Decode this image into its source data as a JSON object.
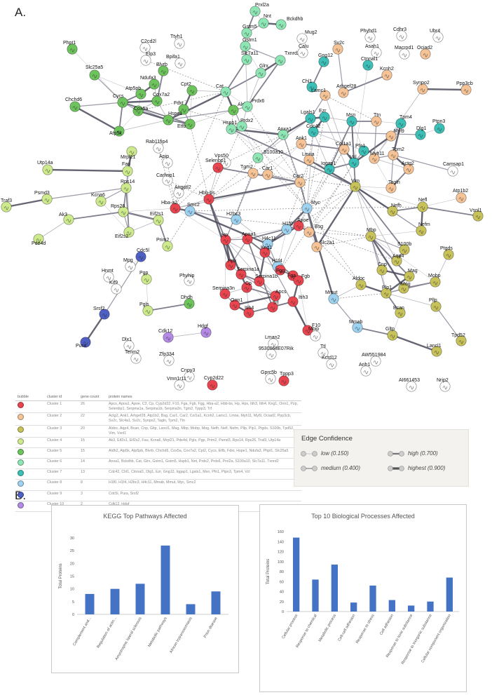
{
  "panels": {
    "a": "A.",
    "b": "B."
  },
  "cluster_colors": {
    "c1": "#e8454f",
    "c2": "#f5c396",
    "c3": "#c7c25a",
    "c4": "#cdea8c",
    "c5": "#6ec45c",
    "c6": "#8fe6b5",
    "c7": "#3bbfb6",
    "c8": "#9dd2f0",
    "c9": "#4f60c4",
    "c10": "#b48ae6",
    "none": "#ffffff"
  },
  "network_nodes": [
    {
      "label": "Prxl2a",
      "c": "c6"
    },
    {
      "label": "Bckdhb",
      "c": "c6"
    },
    {
      "label": "Nnt",
      "c": "c6"
    },
    {
      "label": "Gstm5",
      "c": "c6"
    },
    {
      "label": "Gstm1",
      "c": "c6"
    },
    {
      "label": "Slc7a11",
      "c": "c6"
    },
    {
      "label": "Txnrd2",
      "c": "c6"
    },
    {
      "label": "Glrx",
      "c": "c6"
    },
    {
      "label": "Cat",
      "c": "c6"
    },
    {
      "label": "Aldh2",
      "c": "c5"
    },
    {
      "label": "Prdx6",
      "c": "c6"
    },
    {
      "label": "Prdx2",
      "c": "c6"
    },
    {
      "label": "Hspb1",
      "c": "c6"
    },
    {
      "label": "Anxa1",
      "c": "c6"
    },
    {
      "label": "S100a10",
      "c": "c6"
    },
    {
      "label": "Phpt1",
      "c": "c5"
    },
    {
      "label": "C2cd2l",
      "c": "none"
    },
    {
      "label": "Ttyh1",
      "c": "none"
    },
    {
      "label": "Elp3",
      "c": "none"
    },
    {
      "label": "Bpifa1",
      "c": "none"
    },
    {
      "label": "Blvrb",
      "c": "c5"
    },
    {
      "label": "Slc25a5",
      "c": "c5"
    },
    {
      "label": "Ndufa3",
      "c": "c5"
    },
    {
      "label": "Atp5pb",
      "c": "c5"
    },
    {
      "label": "Chchd6",
      "c": "c5"
    },
    {
      "label": "Cycs",
      "c": "c5"
    },
    {
      "label": "Cox7a2",
      "c": "c5"
    },
    {
      "label": "Cox5a",
      "c": "c5"
    },
    {
      "label": "Atp5k",
      "c": "c5"
    },
    {
      "label": "Cpt2",
      "c": "c5"
    },
    {
      "label": "Fdxr",
      "c": "c5"
    },
    {
      "label": "Hspe1",
      "c": "c5"
    },
    {
      "label": "Etfb",
      "c": "c5"
    },
    {
      "label": "Rab11fip4",
      "c": "none"
    },
    {
      "label": "Mrpl21",
      "c": "c4"
    },
    {
      "label": "Apip",
      "c": "none"
    },
    {
      "label": "Carhsp1",
      "c": "none"
    },
    {
      "label": "Angptl2",
      "c": "none"
    },
    {
      "label": "Vps50",
      "c": "none"
    },
    {
      "label": "Utp14a",
      "c": "c4"
    },
    {
      "label": "Fau",
      "c": "c4"
    },
    {
      "label": "Rps14",
      "c": "c4"
    },
    {
      "label": "Traf3",
      "c": "c4"
    },
    {
      "label": "Psmd3",
      "c": "c4"
    },
    {
      "label": "Kcna6",
      "c": "c4"
    },
    {
      "label": "Rps26",
      "c": "c4"
    },
    {
      "label": "Ak3",
      "c": "c4"
    },
    {
      "label": "Pde4d",
      "c": "c4"
    },
    {
      "label": "Eif2s2",
      "c": "c4"
    },
    {
      "label": "Eif2s1",
      "c": "c4"
    },
    {
      "label": "Prim2",
      "c": "c4"
    },
    {
      "label": "Hba-a2",
      "c": "c1"
    },
    {
      "label": "Smc2",
      "c": "c8"
    },
    {
      "label": "Hbb-bs",
      "c": "c1"
    },
    {
      "label": "Selenbp1",
      "c": "c1"
    },
    {
      "label": "H2bc3",
      "c": "c8"
    },
    {
      "label": "H1f0",
      "c": "c8"
    },
    {
      "label": "H4c11",
      "c": "c8"
    },
    {
      "label": "Myc",
      "c": "c8"
    },
    {
      "label": "Apoe",
      "c": "c1"
    },
    {
      "label": "Bsg",
      "c": "c2"
    },
    {
      "label": "Hp",
      "c": "c1"
    },
    {
      "label": "Apoa1",
      "c": "c1"
    },
    {
      "label": "Kng1",
      "c": "c1"
    },
    {
      "label": "H1f4",
      "c": "c8"
    },
    {
      "label": "Fgg",
      "c": "c1"
    },
    {
      "label": "Fga",
      "c": "c1"
    },
    {
      "label": "Fgb",
      "c": "c1"
    },
    {
      "label": "Hpx",
      "c": "c1"
    },
    {
      "label": "Serpina1a",
      "c": "c1"
    },
    {
      "label": "Serpina1b",
      "c": "c1"
    },
    {
      "label": "Cp",
      "c": "c1"
    },
    {
      "label": "Serpina3n",
      "c": "c1"
    },
    {
      "label": "Orm1",
      "c": "c1"
    },
    {
      "label": "Itih4",
      "c": "c1"
    },
    {
      "label": "Apcs",
      "c": "c1"
    },
    {
      "label": "Trf",
      "c": "c1"
    },
    {
      "label": "Itih3",
      "c": "c1"
    },
    {
      "label": "F10",
      "c": "c1"
    },
    {
      "label": "Slc2a1",
      "c": "c2"
    },
    {
      "label": "Cyp2d22",
      "c": "c1"
    },
    {
      "label": "Tppp3",
      "c": "c1"
    },
    {
      "label": "Mpg",
      "c": "none"
    },
    {
      "label": "Cdc5l",
      "c": "c9"
    },
    {
      "label": "Hnmt",
      "c": "none"
    },
    {
      "label": "Kif9",
      "c": "none"
    },
    {
      "label": "Pgp",
      "c": "c4"
    },
    {
      "label": "Srsf2",
      "c": "c9"
    },
    {
      "label": "Phyhip",
      "c": "none"
    },
    {
      "label": "Dhdh",
      "c": "c5"
    },
    {
      "label": "Pgls",
      "c": "c4"
    },
    {
      "label": "Cdk12",
      "c": "c10"
    },
    {
      "label": "Hdgf",
      "c": "c10"
    },
    {
      "label": "Pura",
      "c": "c9"
    },
    {
      "label": "Dlx1",
      "c": "none"
    },
    {
      "label": "Tenm2",
      "c": "none"
    },
    {
      "label": "Zfp334",
      "c": "none"
    },
    {
      "label": "Cnpy3",
      "c": "none"
    },
    {
      "label": "Vmn1r11",
      "c": "none"
    },
    {
      "label": "Lman2",
      "c": "none"
    },
    {
      "label": "9530068E07Rik",
      "c": "none"
    },
    {
      "label": "Gprc5b",
      "c": "none"
    },
    {
      "label": "Mbip",
      "c": "none"
    },
    {
      "label": "Ttl",
      "c": "none"
    },
    {
      "label": "Kctd12",
      "c": "none"
    },
    {
      "label": "Mug2",
      "c": "none"
    },
    {
      "label": "Phyhd1",
      "c": "none"
    },
    {
      "label": "Cdhr3",
      "c": "none"
    },
    {
      "label": "Ubr4",
      "c": "none"
    },
    {
      "label": "Calu",
      "c": "none"
    },
    {
      "label": "Sv2c",
      "c": "c2"
    },
    {
      "label": "Asah1",
      "c": "none"
    },
    {
      "label": "Macrod1",
      "c": "none"
    },
    {
      "label": "Gng12",
      "c": "c7"
    },
    {
      "label": "Ctnnal1",
      "c": "c7"
    },
    {
      "label": "Ociad2",
      "c": "c2"
    },
    {
      "label": "Ppp3cb",
      "c": "c2"
    },
    {
      "label": "Chl1",
      "c": "c7"
    },
    {
      "label": "Lamc1",
      "c": "c2"
    },
    {
      "label": "Arhgef28",
      "c": "c2"
    },
    {
      "label": "Kcnh2",
      "c": "c2"
    },
    {
      "label": "Synpo2",
      "c": "c2"
    },
    {
      "label": "Lgals1",
      "c": "c7"
    },
    {
      "label": "Ezr",
      "c": "c7"
    },
    {
      "label": "Msn",
      "c": "c7"
    },
    {
      "label": "Ttn",
      "c": "c2"
    },
    {
      "label": "Tpm4",
      "c": "c7"
    },
    {
      "label": "Dlg1",
      "c": "c7"
    },
    {
      "label": "Ptpn3",
      "c": "c7"
    },
    {
      "label": "Cdc42",
      "c": "c7"
    },
    {
      "label": "Ank1",
      "c": "c2"
    },
    {
      "label": "Myl9",
      "c": "c2"
    },
    {
      "label": "Col1a1",
      "c": "c2"
    },
    {
      "label": "Pfn1",
      "c": "c7"
    },
    {
      "label": "Vcl",
      "c": "c7"
    },
    {
      "label": "Myh11",
      "c": "c2"
    },
    {
      "label": "Tpm2",
      "c": "c2"
    },
    {
      "label": "Camsap1",
      "c": "none"
    },
    {
      "label": "Lmna",
      "c": "c2"
    },
    {
      "label": "Iqgap1",
      "c": "c7"
    },
    {
      "label": "Actg2",
      "c": "c2"
    },
    {
      "label": "Tgm2",
      "c": "c2"
    },
    {
      "label": "Car1",
      "c": "c2"
    },
    {
      "label": "Car2",
      "c": "c2"
    },
    {
      "label": "Vim",
      "c": "c3"
    },
    {
      "label": "Tagln",
      "c": "c2"
    },
    {
      "label": "Atp1b2",
      "c": "c2"
    },
    {
      "label": "Nefl",
      "c": "c3"
    },
    {
      "label": "Vsnl1",
      "c": "c3"
    },
    {
      "label": "Nefm",
      "c": "c3"
    },
    {
      "label": "Nefh",
      "c": "c3"
    },
    {
      "label": "Mbp",
      "c": "c3"
    },
    {
      "label": "S100b",
      "c": "c3"
    },
    {
      "label": "Ptgds",
      "c": "c3"
    },
    {
      "label": "Aqp4",
      "c": "c3"
    },
    {
      "label": "Cnp",
      "c": "c3"
    },
    {
      "label": "Mag",
      "c": "c3"
    },
    {
      "label": "Mog",
      "c": "c3"
    },
    {
      "label": "Mobp",
      "c": "c3"
    },
    {
      "label": "Aldoc",
      "c": "c3"
    },
    {
      "label": "Plp1",
      "c": "c3"
    },
    {
      "label": "Mmut",
      "c": "c8"
    },
    {
      "label": "Pllp",
      "c": "c3"
    },
    {
      "label": "Bcan",
      "c": "c3"
    },
    {
      "label": "Tpd52",
      "c": "c3"
    },
    {
      "label": "Mmab",
      "c": "c8"
    },
    {
      "label": "Gltp",
      "c": "c3"
    },
    {
      "label": "Lancl1",
      "c": "c3"
    },
    {
      "label": "AW551984",
      "c": "none"
    },
    {
      "label": "Arih1",
      "c": "none"
    },
    {
      "label": "AI661453",
      "c": "none"
    },
    {
      "label": "Nrip2",
      "c": "none"
    }
  ],
  "cluster_table": {
    "headers": [
      "bubble",
      "cluster id",
      "gene count",
      "protein names"
    ],
    "rows": [
      {
        "c": "c1",
        "id": "Cluster 1",
        "count": "26",
        "names": "Apcs, Apoa1, Apoe, C3, Cp, Cyp2d22, F10, Fga, Fgb, Fgg, Hba-a2, Hbb-bs, Hp, Hpx, Itih3, Itih4, Kng1, Orm1, Pzp, Selenbp1, Serpina1a, Serpina1b, Serpina3n, Tgm2, Tppp3, Trf"
      },
      {
        "c": "c2",
        "id": "Cluster 2",
        "count": "22",
        "names": "Actg2, Ank1, Arhgef28, Atp1b2, Bsg, Car1, Car2, Col1a1, Kcnh2, Lamc1, Lmna, Myh11, Myl9, Ociad2, Ppp3cb, Sv2c, Slc4a1, Sv2c, Synpo2, Tagln, Tpm2, Ttn"
      },
      {
        "c": "c3",
        "id": "Cluster 3",
        "count": "20",
        "names": "Aldoc, Aqp4, Bcan, Cnp, Gltp, Lancl1, Mag, Mbp, Mobp, Mog, Nefh, Nefl, Nefm, Pllp, Plp1, Ptgds, S100b, Tpd52, Vim, Vsnl1"
      },
      {
        "c": "c4",
        "id": "Cluster 4",
        "count": "15",
        "names": "Ak3, Eif2s1, Eif2s2, Fau, Kcna6, Mrpl21, Pde4d, Pgls, Pgp, Prim2, Psmd3, Rps14, Rps26, Traf3, Utp14a"
      },
      {
        "c": "c5",
        "id": "Cluster 5",
        "count": "15",
        "names": "Aldh2, Atp5k, Atp5pb, Blvrb, Chchd6, Cox5a, Cox7a2, Cpt2, Cycs, Etfb, Fdxr, Hspe1, Ndufa3, Phpt1, Slc25a5"
      },
      {
        "c": "c6",
        "id": "Cluster 6",
        "count": "14",
        "names": "Anxa1, Bckdhb, Cat, Glrx, Gstm1, Gstm5, Hspb1, Nnt, Prdx2, Prdx6, Prxl2a, S100a10, Slc7a11, Txnrd2"
      },
      {
        "c": "c7",
        "id": "Cluster 7",
        "count": "13",
        "names": "Cdc42, Chl1, Ctnnal1, Dlg1, Ezr, Gng12, Iqgap1, Lgals1, Msn, Pfn1, Ptpn3, Tpm4, Vcl"
      },
      {
        "c": "c8",
        "id": "Cluster 8",
        "count": "8",
        "names": "H1f0, H1f4, H2bc3, H4c11, Mmab, Mmut, Myc, Smc2"
      },
      {
        "c": "c9",
        "id": "Cluster 9",
        "count": "3",
        "names": "Cdc5l, Pura, Srsf2"
      },
      {
        "c": "c10",
        "id": "Cluster 10",
        "count": "2",
        "names": "Cdk12, Hdgf"
      }
    ]
  },
  "edge_legend": {
    "title": "Edge Confidence",
    "items": [
      {
        "label": "low (0.150)"
      },
      {
        "label": "high (0.700)"
      },
      {
        "label": "medium (0.400)"
      },
      {
        "label": "highest (0.900)"
      }
    ]
  },
  "chart_data": [
    {
      "type": "bar",
      "title": "KEGG Top Pathways Affected",
      "ylabel": "Total Proteins",
      "xlabel": "",
      "categories": [
        "Complement and...",
        "Regulation of actin...",
        "Amyotrophic lateral sclerosis",
        "Metabolic pathways",
        "African trypanosomiasis",
        "Prion disease"
      ],
      "values": [
        8,
        10,
        12,
        27,
        4,
        9
      ],
      "ylim": [
        0,
        30
      ],
      "yticks": [
        0,
        5,
        10,
        15,
        20,
        25,
        30
      ],
      "color": "#4472c4",
      "grid": false
    },
    {
      "type": "bar",
      "title": "Top 10 Biological Processes Affected",
      "ylabel": "Total Proteins",
      "xlabel": "",
      "categories": [
        "Cellular process",
        "Response to chemical",
        "Metabolic process",
        "Cell-cell adhesion",
        "Response to stress",
        "Cell adhesion",
        "Response to toxic substance",
        "Response to inorganic substance",
        "Cellular component organization"
      ],
      "values": [
        148,
        64,
        94,
        18,
        52,
        23,
        12,
        20,
        68
      ],
      "ylim": [
        0,
        160
      ],
      "yticks": [
        0,
        20,
        40,
        60,
        80,
        100,
        120,
        140,
        160
      ],
      "color": "#4472c4",
      "grid": false
    }
  ]
}
